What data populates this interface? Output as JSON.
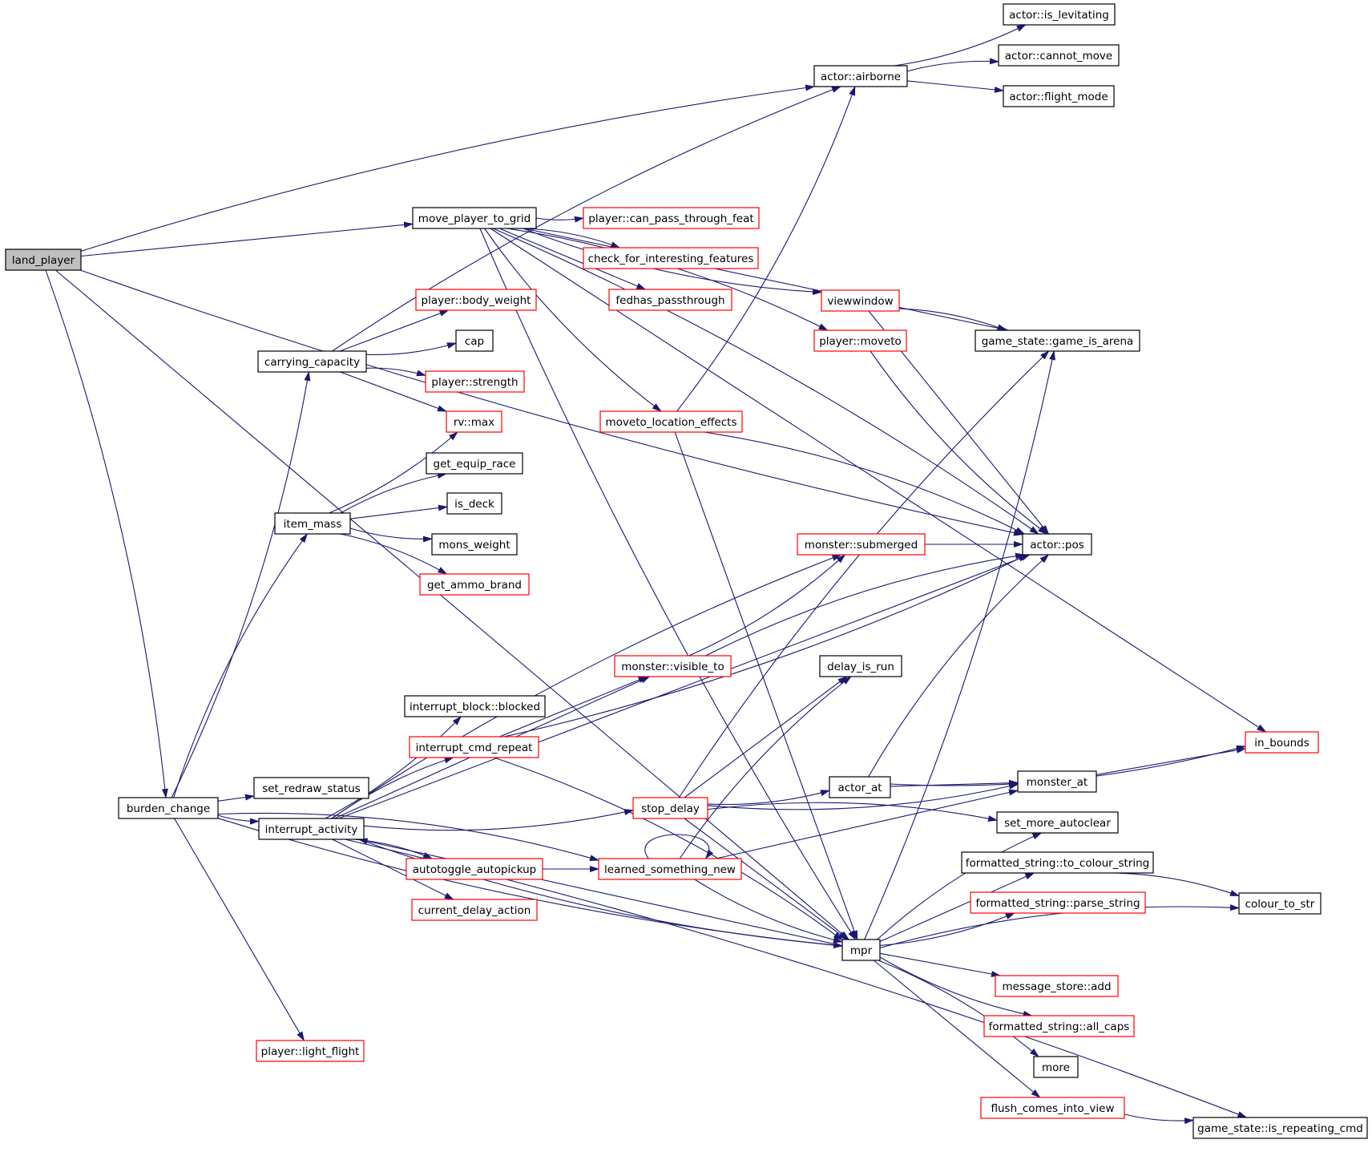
{
  "colors": {
    "edge": "#191970",
    "red_border": "#ff0000",
    "black_border": "#000000",
    "root_fill": "#bfbfbf"
  },
  "nodes": [
    {
      "id": "land_player",
      "label": "land_player",
      "border": "black",
      "root": true
    },
    {
      "id": "actor_airborne",
      "label": "actor::airborne",
      "border": "black"
    },
    {
      "id": "actor_is_levitating",
      "label": "actor::is_levitating",
      "border": "black"
    },
    {
      "id": "actor_cannot_move",
      "label": "actor::cannot_move",
      "border": "black"
    },
    {
      "id": "actor_flight_mode",
      "label": "actor::flight_mode",
      "border": "black"
    },
    {
      "id": "move_player_to_grid",
      "label": "move_player_to_grid",
      "border": "black"
    },
    {
      "id": "player_can_pass",
      "label": "player::can_pass_through_feat",
      "border": "red"
    },
    {
      "id": "check_features",
      "label": "check_for_interesting_features",
      "border": "red"
    },
    {
      "id": "fedhas",
      "label": "fedhas_passthrough",
      "border": "red"
    },
    {
      "id": "viewwindow",
      "label": "viewwindow",
      "border": "red"
    },
    {
      "id": "player_moveto",
      "label": "player::moveto",
      "border": "red"
    },
    {
      "id": "game_is_arena",
      "label": "game_state::game_is_arena",
      "border": "black"
    },
    {
      "id": "player_body_weight",
      "label": "player::body_weight",
      "border": "red"
    },
    {
      "id": "cap",
      "label": "cap",
      "border": "black"
    },
    {
      "id": "carrying_capacity",
      "label": "carrying_capacity",
      "border": "black"
    },
    {
      "id": "player_strength",
      "label": "player::strength",
      "border": "red"
    },
    {
      "id": "rv_max",
      "label": "rv::max",
      "border": "red"
    },
    {
      "id": "moveto_location_effects",
      "label": "moveto_location_effects",
      "border": "red"
    },
    {
      "id": "get_equip_race",
      "label": "get_equip_race",
      "border": "black"
    },
    {
      "id": "is_deck",
      "label": "is_deck",
      "border": "black"
    },
    {
      "id": "item_mass",
      "label": "item_mass",
      "border": "black"
    },
    {
      "id": "mons_weight",
      "label": "mons_weight",
      "border": "black"
    },
    {
      "id": "get_ammo_brand",
      "label": "get_ammo_brand",
      "border": "red"
    },
    {
      "id": "monster_submerged",
      "label": "monster::submerged",
      "border": "red"
    },
    {
      "id": "actor_pos",
      "label": "actor::pos",
      "border": "black"
    },
    {
      "id": "monster_visible_to",
      "label": "monster::visible_to",
      "border": "red"
    },
    {
      "id": "delay_is_run",
      "label": "delay_is_run",
      "border": "black"
    },
    {
      "id": "interrupt_block_blocked",
      "label": "interrupt_block::blocked",
      "border": "black"
    },
    {
      "id": "interrupt_cmd_repeat",
      "label": "interrupt_cmd_repeat",
      "border": "red"
    },
    {
      "id": "in_bounds",
      "label": "in_bounds",
      "border": "red"
    },
    {
      "id": "set_redraw_status",
      "label": "set_redraw_status",
      "border": "black"
    },
    {
      "id": "actor_at",
      "label": "actor_at",
      "border": "black"
    },
    {
      "id": "monster_at",
      "label": "monster_at",
      "border": "black"
    },
    {
      "id": "burden_change",
      "label": "burden_change",
      "border": "black"
    },
    {
      "id": "stop_delay",
      "label": "stop_delay",
      "border": "red"
    },
    {
      "id": "interrupt_activity",
      "label": "interrupt_activity",
      "border": "black"
    },
    {
      "id": "set_more_autoclear",
      "label": "set_more_autoclear",
      "border": "black"
    },
    {
      "id": "autotoggle_autopickup",
      "label": "autotoggle_autopickup",
      "border": "red"
    },
    {
      "id": "learned_something_new",
      "label": "learned_something_new",
      "border": "red"
    },
    {
      "id": "to_colour_string",
      "label": "formatted_string::to_colour_string",
      "border": "black"
    },
    {
      "id": "parse_string",
      "label": "formatted_string::parse_string",
      "border": "red"
    },
    {
      "id": "colour_to_str",
      "label": "colour_to_str",
      "border": "black"
    },
    {
      "id": "current_delay_action",
      "label": "current_delay_action",
      "border": "red"
    },
    {
      "id": "mpr",
      "label": "mpr",
      "border": "black"
    },
    {
      "id": "message_store_add",
      "label": "message_store::add",
      "border": "red"
    },
    {
      "id": "all_caps",
      "label": "formatted_string::all_caps",
      "border": "red"
    },
    {
      "id": "more",
      "label": "more",
      "border": "black"
    },
    {
      "id": "player_light_flight",
      "label": "player::light_flight",
      "border": "red"
    },
    {
      "id": "flush_comes_into_view",
      "label": "flush_comes_into_view",
      "border": "red"
    },
    {
      "id": "game_is_repeating_cmd",
      "label": "game_state::is_repeating_cmd",
      "border": "black"
    }
  ],
  "edges": [
    [
      "land_player",
      "actor_airborne"
    ],
    [
      "land_player",
      "move_player_to_grid"
    ],
    [
      "land_player",
      "actor_pos"
    ],
    [
      "land_player",
      "burden_change"
    ],
    [
      "land_player",
      "mpr"
    ],
    [
      "actor_airborne",
      "actor_is_levitating"
    ],
    [
      "actor_airborne",
      "actor_cannot_move"
    ],
    [
      "actor_airborne",
      "actor_flight_mode"
    ],
    [
      "move_player_to_grid",
      "player_can_pass"
    ],
    [
      "move_player_to_grid",
      "check_features"
    ],
    [
      "move_player_to_grid",
      "fedhas"
    ],
    [
      "move_player_to_grid",
      "viewwindow"
    ],
    [
      "move_player_to_grid",
      "player_moveto"
    ],
    [
      "move_player_to_grid",
      "game_is_arena"
    ],
    [
      "move_player_to_grid",
      "moveto_location_effects"
    ],
    [
      "move_player_to_grid",
      "actor_pos"
    ],
    [
      "move_player_to_grid",
      "in_bounds"
    ],
    [
      "move_player_to_grid",
      "mpr"
    ],
    [
      "viewwindow",
      "game_is_arena"
    ],
    [
      "viewwindow",
      "actor_pos"
    ],
    [
      "player_moveto",
      "actor_pos"
    ],
    [
      "carrying_capacity",
      "actor_airborne"
    ],
    [
      "carrying_capacity",
      "player_body_weight"
    ],
    [
      "carrying_capacity",
      "cap"
    ],
    [
      "carrying_capacity",
      "player_strength"
    ],
    [
      "carrying_capacity",
      "rv_max"
    ],
    [
      "moveto_location_effects",
      "actor_airborne"
    ],
    [
      "moveto_location_effects",
      "actor_pos"
    ],
    [
      "moveto_location_effects",
      "mpr"
    ],
    [
      "item_mass",
      "rv_max"
    ],
    [
      "item_mass",
      "get_equip_race"
    ],
    [
      "item_mass",
      "is_deck"
    ],
    [
      "item_mass",
      "mons_weight"
    ],
    [
      "item_mass",
      "get_ammo_brand"
    ],
    [
      "monster_submerged",
      "actor_pos"
    ],
    [
      "monster_visible_to",
      "monster_submerged"
    ],
    [
      "monster_visible_to",
      "actor_pos"
    ],
    [
      "interrupt_cmd_repeat",
      "monster_visible_to"
    ],
    [
      "interrupt_cmd_repeat",
      "actor_pos"
    ],
    [
      "interrupt_cmd_repeat",
      "mpr"
    ],
    [
      "actor_at",
      "monster_at"
    ],
    [
      "actor_at",
      "in_bounds"
    ],
    [
      "actor_at",
      "actor_pos"
    ],
    [
      "monster_at",
      "in_bounds"
    ],
    [
      "burden_change",
      "carrying_capacity"
    ],
    [
      "burden_change",
      "item_mass"
    ],
    [
      "burden_change",
      "set_redraw_status"
    ],
    [
      "burden_change",
      "interrupt_activity"
    ],
    [
      "burden_change",
      "learned_something_new"
    ],
    [
      "burden_change",
      "player_light_flight"
    ],
    [
      "burden_change",
      "mpr"
    ],
    [
      "stop_delay",
      "game_is_arena"
    ],
    [
      "stop_delay",
      "delay_is_run"
    ],
    [
      "stop_delay",
      "actor_at"
    ],
    [
      "stop_delay",
      "set_more_autoclear"
    ],
    [
      "stop_delay",
      "mpr"
    ],
    [
      "stop_delay",
      "monster_at"
    ],
    [
      "interrupt_activity",
      "monster_submerged"
    ],
    [
      "interrupt_activity",
      "monster_visible_to"
    ],
    [
      "interrupt_activity",
      "interrupt_block_blocked"
    ],
    [
      "interrupt_activity",
      "interrupt_cmd_repeat"
    ],
    [
      "interrupt_activity",
      "actor_pos"
    ],
    [
      "interrupt_activity",
      "stop_delay"
    ],
    [
      "interrupt_activity",
      "autotoggle_autopickup"
    ],
    [
      "interrupt_activity",
      "current_delay_action"
    ],
    [
      "interrupt_activity",
      "mpr"
    ],
    [
      "interrupt_activity",
      "game_is_repeating_cmd"
    ],
    [
      "autotoggle_autopickup",
      "learned_something_new"
    ],
    [
      "learned_something_new",
      "learned_something_new"
    ],
    [
      "learned_something_new",
      "delay_is_run"
    ],
    [
      "learned_something_new",
      "monster_at"
    ],
    [
      "learned_something_new",
      "mpr"
    ],
    [
      "to_colour_string",
      "colour_to_str"
    ],
    [
      "mpr",
      "interrupt_activity"
    ],
    [
      "mpr",
      "game_is_arena"
    ],
    [
      "mpr",
      "set_more_autoclear"
    ],
    [
      "mpr",
      "to_colour_string"
    ],
    [
      "mpr",
      "parse_string"
    ],
    [
      "mpr",
      "colour_to_str"
    ],
    [
      "mpr",
      "message_store_add"
    ],
    [
      "mpr",
      "all_caps"
    ],
    [
      "mpr",
      "more"
    ],
    [
      "mpr",
      "flush_comes_into_view"
    ],
    [
      "flush_comes_into_view",
      "game_is_repeating_cmd"
    ]
  ]
}
